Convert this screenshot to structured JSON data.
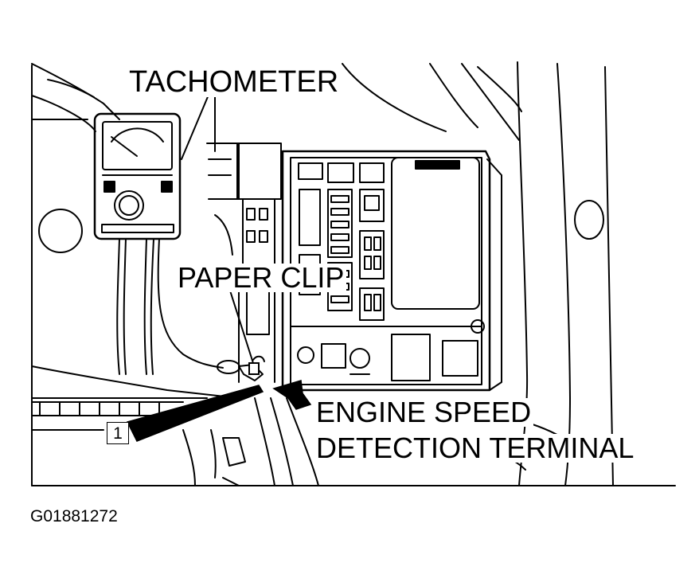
{
  "labels": {
    "tachometer": "TACHOMETER",
    "paper_clip": "PAPER CLIP",
    "engine_speed_line1": "ENGINE SPEED",
    "engine_speed_line2": "DETECTION TERMINAL",
    "callout_number": "1",
    "figure_code": "G01881272"
  }
}
